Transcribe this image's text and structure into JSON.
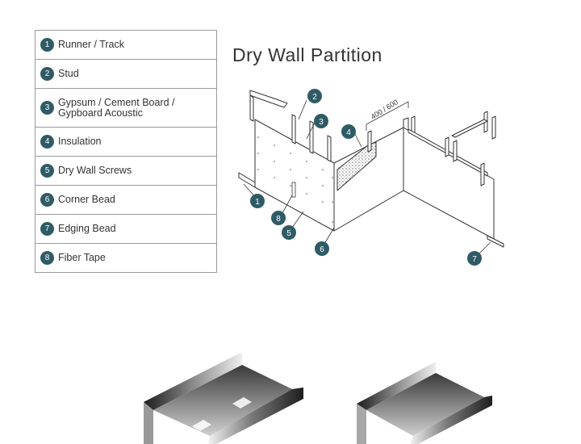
{
  "legend": [
    {
      "num": "1.",
      "label": "Runner / Track"
    },
    {
      "num": "2.",
      "label": "Stud"
    },
    {
      "num": "3.",
      "label": "Gypsum / Cement Board / Gypboard Acoustic"
    },
    {
      "num": "4.",
      "label": "Insulation"
    },
    {
      "num": "5.",
      "label": "Dry Wall Screws"
    },
    {
      "num": "6.",
      "label": "Corner Bead"
    },
    {
      "num": "7.",
      "label": "Edging Bead"
    },
    {
      "num": "8.",
      "label": "Fiber Tape"
    }
  ],
  "title": "Dry Wall Partition",
  "dimension_label": "400 / 600",
  "callouts": [
    "1",
    "2",
    "3",
    "4",
    "5",
    "6",
    "7",
    "8"
  ],
  "colors": {
    "badge": "#2f5b66",
    "line": "#333333",
    "border": "#9a9a9a"
  }
}
